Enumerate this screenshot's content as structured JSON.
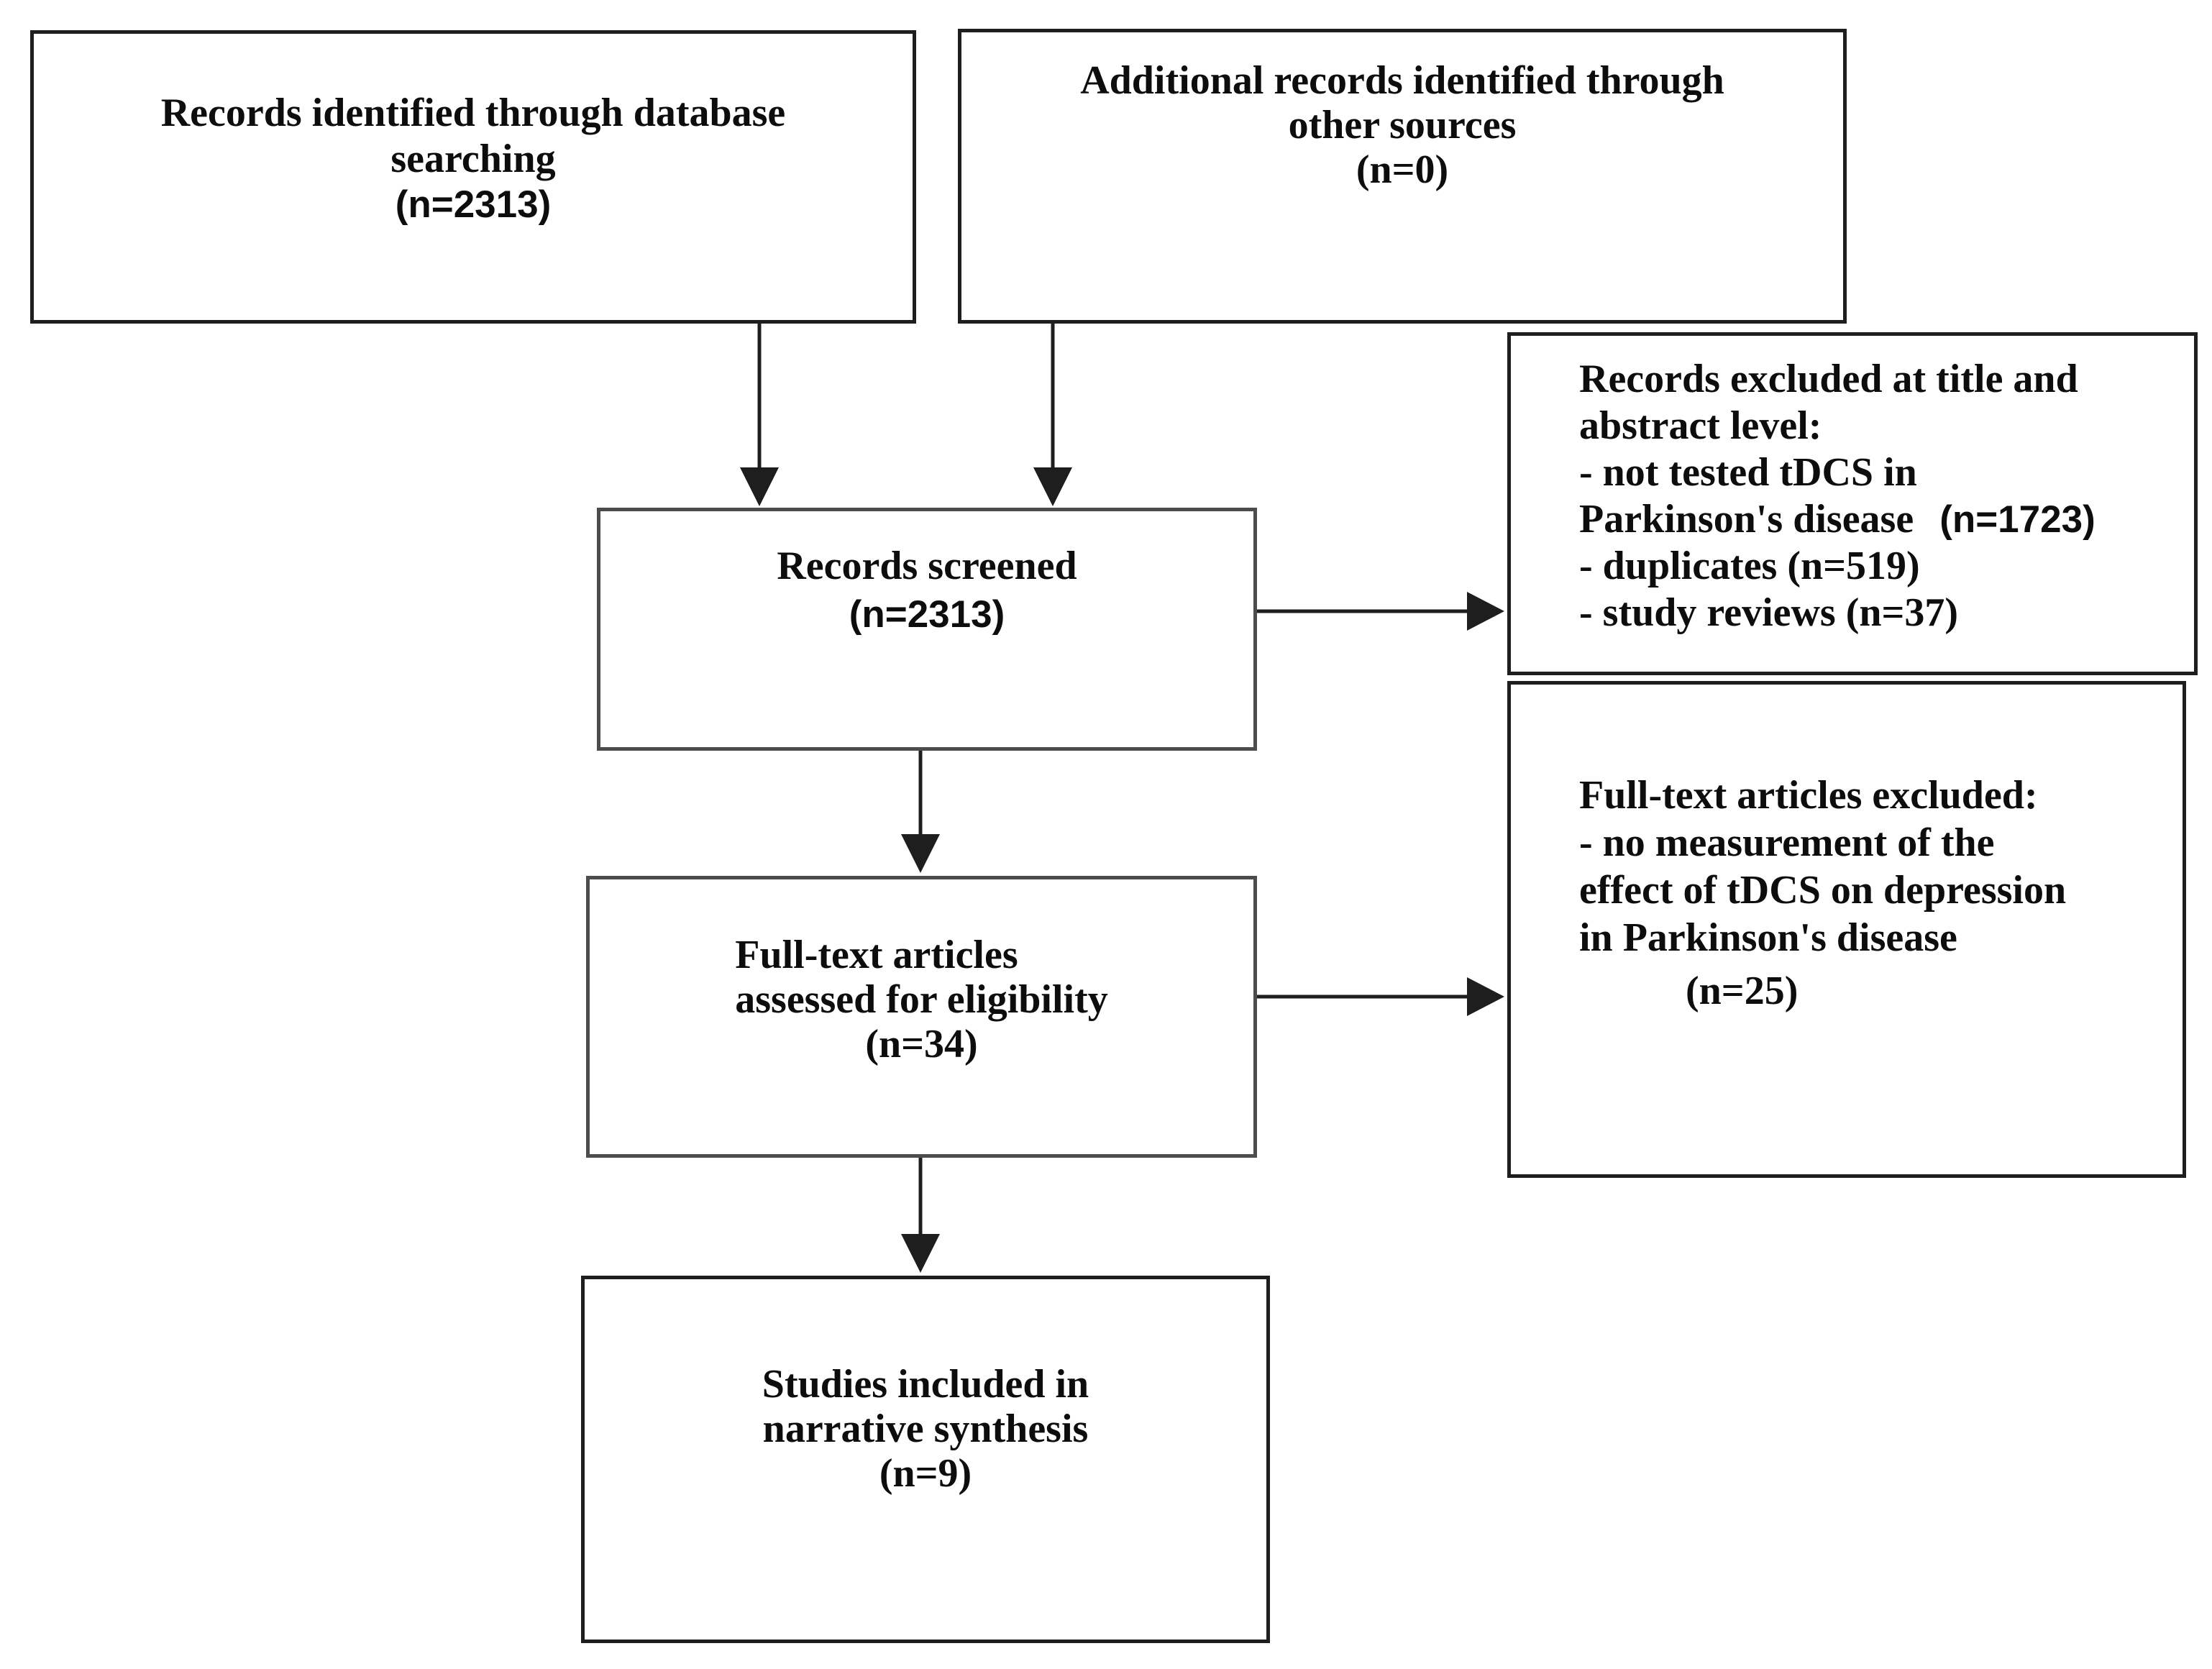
{
  "colors": {
    "ink": "#1e1e1e",
    "ink_soft": "#4c4c4c",
    "background": "#ffffff",
    "text": "#0d0d0d"
  },
  "boxes": {
    "identified": {
      "line1": "Records identified through database",
      "line2": "searching",
      "n": "(n=2313)"
    },
    "additional": {
      "line1": "Additional records identified through",
      "line2": "other sources",
      "n": "(n=0)"
    },
    "screened": {
      "title": "Records screened",
      "n": "(n=2313)"
    },
    "excluded_screening": {
      "line1": "Records excluded at title and",
      "line2": "abstract level:",
      "item1_line1": "- not tested tDCS in",
      "item1_line2": "Parkinson's disease",
      "item1_n": "(n=1723)",
      "item2": "- duplicates (n=519)",
      "item3": "- study reviews (n=37)"
    },
    "fulltext": {
      "line1": "Full-text articles",
      "line2": "assessed for eligibility",
      "n": "(n=34)"
    },
    "excluded_fulltext": {
      "line1": "Full-text articles excluded:",
      "line2": "- no measurement of the",
      "line3": "effect of tDCS on depression",
      "line4": "in Parkinson's disease",
      "n": "(n=25)"
    },
    "included": {
      "line1": "Studies included in",
      "line2": "narrative synthesis",
      "n": "(n=9)"
    }
  }
}
